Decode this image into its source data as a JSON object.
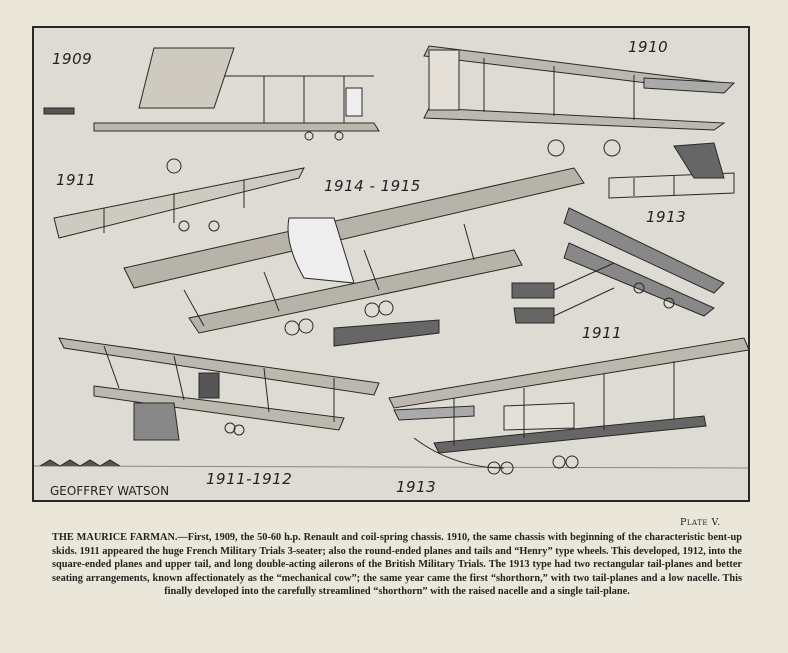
{
  "plate": {
    "labels": [
      "1909",
      "1910",
      "1911",
      "1914 - 1915",
      "1913",
      "1911",
      "1911-1912",
      "1913"
    ],
    "artist": "GEOFFREY WATSON"
  },
  "plate_number": "Plate V.",
  "caption": "THE MAURICE FARMAN.—First, 1909, the 50-60 h.p. Renault and coil-spring chassis. 1910, the same chassis with beginning of the characteristic bent-up skids. 1911 appeared the huge French Military Trials 3-seater; also the round-ended planes and tails and “Henry” type wheels. This developed, 1912, into the square-ended planes and upper tail, and long double-acting ailerons of the British Military Trials. The 1913 type had two rectangular tail-planes and better seating arrangements, known affectionately as the “mechanical cow”; the same year came the first “shorthorn,” with two tail-planes and a low nacelle. This finally developed into the carefully streamlined “shorthorn” with the raised nacelle and a single tail-plane."
}
